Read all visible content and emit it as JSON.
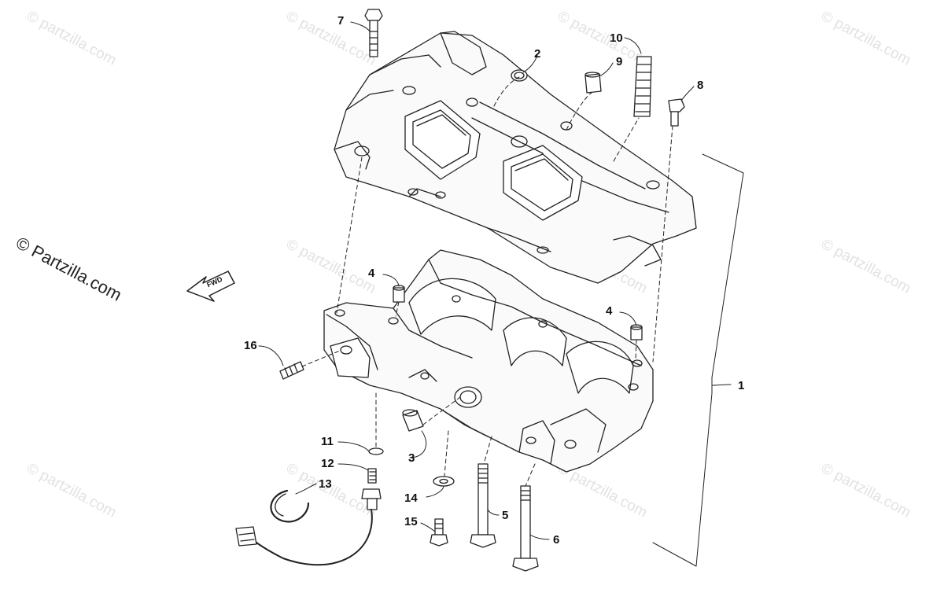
{
  "watermark": {
    "primary": "© Partzilla.com",
    "repeat": "© partzilla.com"
  },
  "arrow_label": "FWD",
  "callouts": [
    {
      "id": "c1",
      "label": "1"
    },
    {
      "id": "c2",
      "label": "2"
    },
    {
      "id": "c3",
      "label": "3"
    },
    {
      "id": "c4a",
      "label": "4"
    },
    {
      "id": "c4b",
      "label": "4"
    },
    {
      "id": "c5",
      "label": "5"
    },
    {
      "id": "c6",
      "label": "6"
    },
    {
      "id": "c7",
      "label": "7"
    },
    {
      "id": "c8",
      "label": "8"
    },
    {
      "id": "c9",
      "label": "9"
    },
    {
      "id": "c10",
      "label": "10"
    },
    {
      "id": "c11",
      "label": "11"
    },
    {
      "id": "c12",
      "label": "12"
    },
    {
      "id": "c13",
      "label": "13"
    },
    {
      "id": "c14",
      "label": "14"
    },
    {
      "id": "c15",
      "label": "15"
    },
    {
      "id": "c16",
      "label": "16"
    }
  ]
}
